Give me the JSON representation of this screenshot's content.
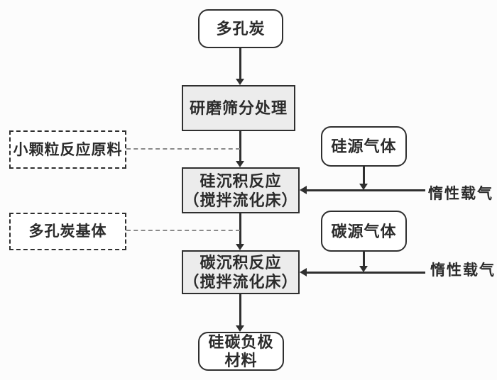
{
  "colors": {
    "background": "#fcfcfc",
    "border": "#2f2f2f",
    "text": "#2b2b2b",
    "process_fill": "#ececec",
    "terminal_fill": "#ffffff",
    "connector": "#8a8a8a"
  },
  "nodes": {
    "porous_carbon": {
      "label": "多孔炭"
    },
    "grinding": {
      "label": "研磨筛分处理"
    },
    "si_deposition": {
      "line1": "硅沉积反应",
      "line2": "（搅拌流化床）"
    },
    "c_deposition": {
      "line1": "碳沉积反应",
      "line2": "（搅拌流化床）"
    },
    "product": {
      "line1": "硅碳负极",
      "line2": "材料"
    },
    "si_source": {
      "label": "硅源气体"
    },
    "c_source": {
      "label": "碳源气体"
    }
  },
  "annotations": {
    "small_particle": {
      "label": "小颗粒反应原料"
    },
    "porous_matrix": {
      "label": "多孔炭基体"
    }
  },
  "side_labels": {
    "inert_gas_top": "惰性载气",
    "inert_gas_bottom": "惰性载气"
  }
}
